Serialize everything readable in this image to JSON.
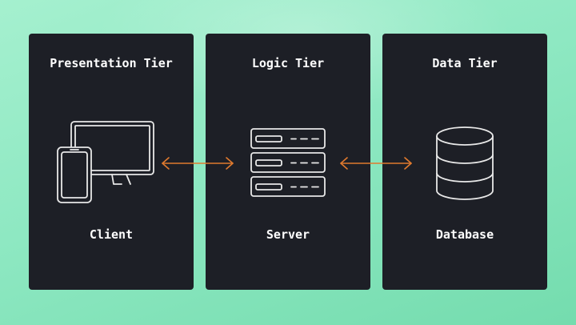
{
  "tiers": [
    {
      "title": "Presentation Tier",
      "caption": "Client",
      "icon": "monitor-phone-icon"
    },
    {
      "title": "Logic Tier",
      "caption": "Server",
      "icon": "server-rack-icon"
    },
    {
      "title": "Data Tier",
      "caption": "Database",
      "icon": "database-icon"
    }
  ],
  "colors": {
    "card": "#1d1f26",
    "text": "#ffffff",
    "icon_stroke": "#e8e8e8",
    "arrow": "#e07a2e",
    "background": "#8ee8c2"
  }
}
